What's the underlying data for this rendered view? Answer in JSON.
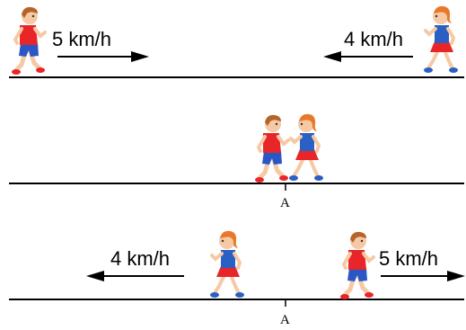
{
  "scenes": [
    {
      "boy_speed_label": "5 km/h",
      "girl_speed_label": "4 km/h",
      "boy_direction": "right",
      "girl_direction": "left"
    },
    {
      "meeting_point_label": "A"
    },
    {
      "girl_speed_label": "4 km/h",
      "boy_speed_label": "5 km/h",
      "girl_direction": "left",
      "boy_direction": "right",
      "point_label": "A"
    }
  ],
  "colors": {
    "boy_shirt": "#e8262a",
    "boy_shorts": "#2b56c6",
    "girl_shirt": "#2a5fc4",
    "girl_skirt": "#e8262a",
    "hair_boy": "#b5652a",
    "hair_girl": "#e8792c",
    "skin": "#f6c9a4",
    "line": "#000000"
  },
  "icons": {
    "boy": "walking-boy-icon",
    "girl": "walking-girl-icon",
    "arrow": "arrow-icon"
  }
}
